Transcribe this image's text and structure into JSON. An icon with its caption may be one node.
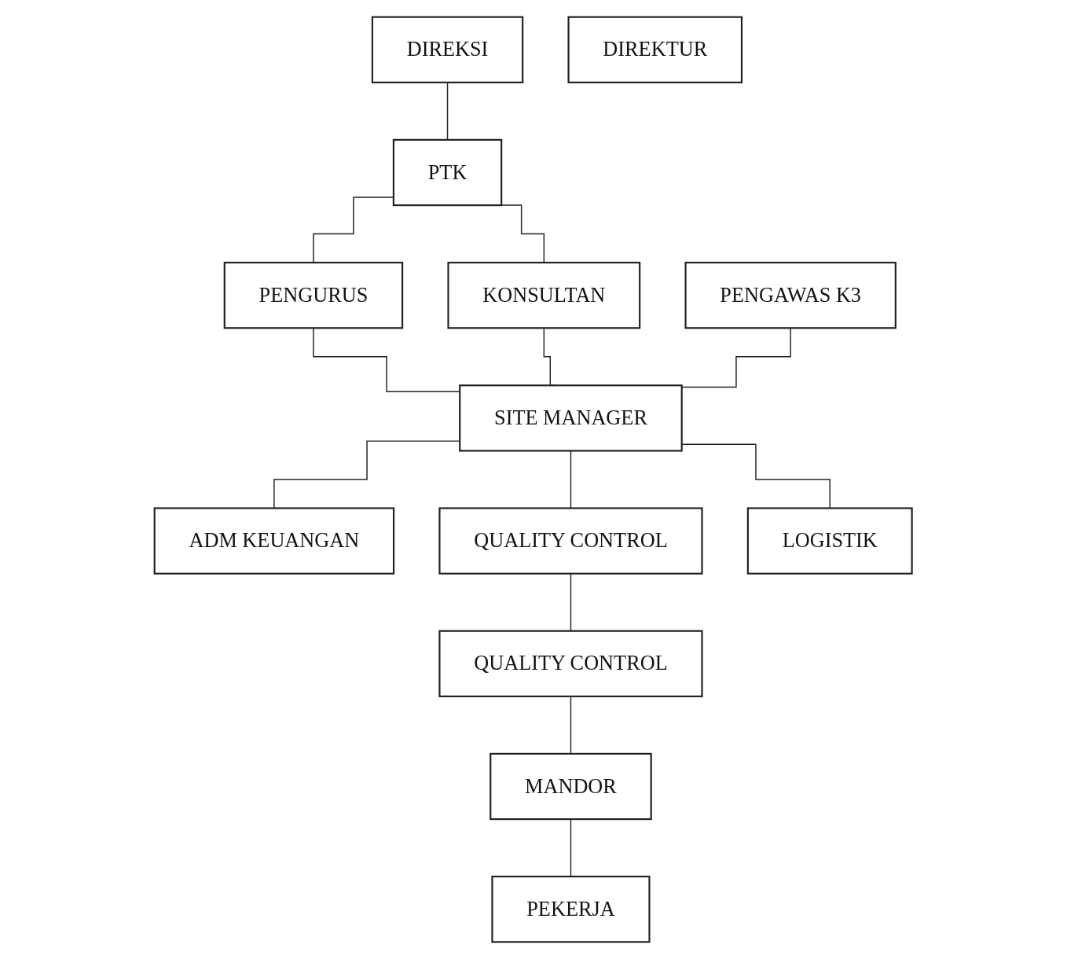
{
  "diagram": {
    "nodes": [
      {
        "text": [
          "DIREKSI"
        ]
      },
      {
        "text": [
          "PTK"
        ]
      },
      {
        "text": [
          "PENGURUS"
        ]
      },
      {
        "text": [
          "KONSULTAN"
        ]
      },
      {
        "text": [
          "DIREKTUR"
        ]
      },
      {
        "text": [
          "SITE MANAGER"
        ]
      },
      {
        "text": [
          "PENGAWAS K3"
        ]
      },
      {
        "text": [
          "ADM KEUANGAN"
        ]
      },
      {
        "text": [
          "QUALITY CONTROL"
        ]
      },
      {
        "text": [
          "LOGISTIK"
        ]
      },
      {
        "text": [
          "QUALITY CONTROL"
        ]
      },
      {
        "text": [
          "MANDOR"
        ]
      },
      {
        "text": [
          "PEKERJA"
        ]
      }
    ],
    "edges": [
      {
        "from": 0,
        "to": 1,
        "arrow": "none"
      },
      {
        "from": 1,
        "to": 2,
        "arrow": "none"
      },
      {
        "from": 1,
        "to": 3,
        "arrow": "none"
      },
      {
        "from": 2,
        "to": 5,
        "arrow": "none"
      },
      {
        "from": 3,
        "to": 5,
        "arrow": "none"
      },
      {
        "from": 6,
        "to": 5,
        "arrow": "none"
      },
      {
        "from": 5,
        "to": 7,
        "arrow": "none"
      },
      {
        "from": 5,
        "to": 8,
        "arrow": "none"
      },
      {
        "from": 5,
        "to": 9,
        "arrow": "none"
      },
      {
        "from": 8,
        "to": 10,
        "arrow": "none"
      },
      {
        "from": 10,
        "to": 11,
        "arrow": "none"
      },
      {
        "from": 11,
        "to": 12,
        "arrow": "none"
      }
    ]
  }
}
